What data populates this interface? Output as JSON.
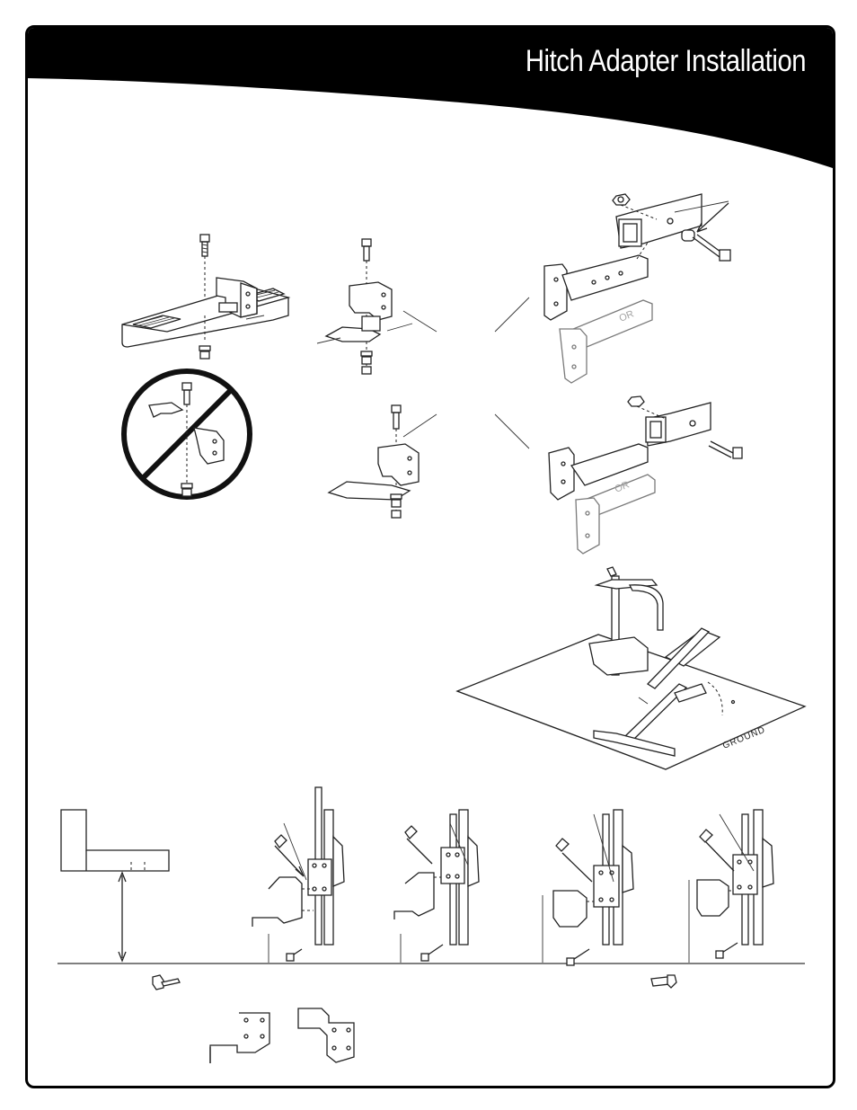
{
  "header": {
    "title": "Hitch Adapter Installation",
    "band_color": "#000000",
    "title_color": "#ffffff"
  },
  "labels": {
    "ground": "GROUND",
    "or_upper": "OR",
    "or_lower": "OR"
  },
  "icons": {
    "prohibited": "no-symbol-icon"
  }
}
